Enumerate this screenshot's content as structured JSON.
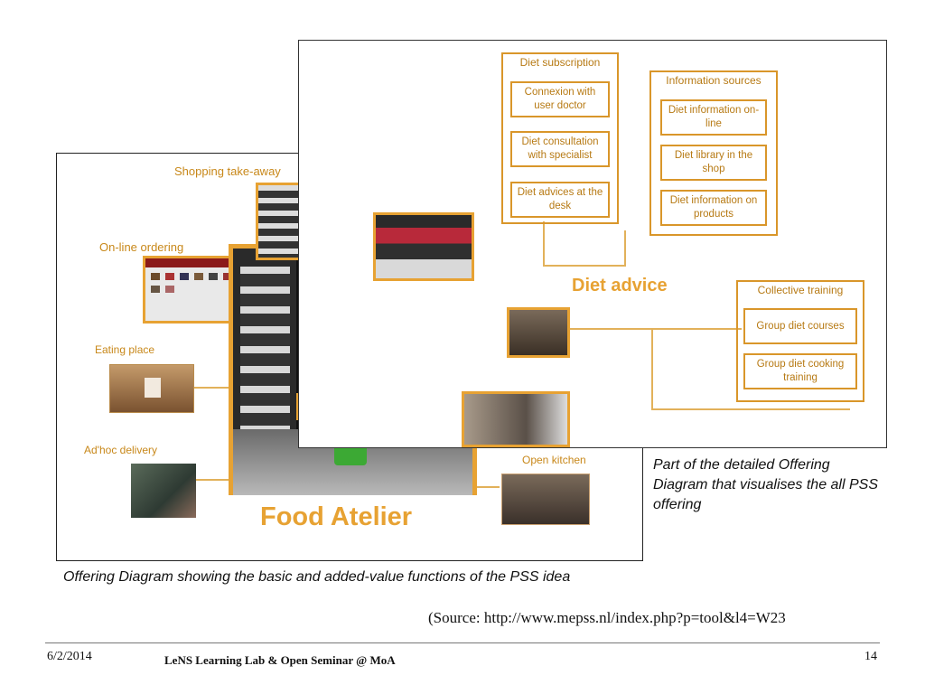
{
  "left_diagram": {
    "labels": {
      "shopping_takeaway": "Shopping take-away",
      "online_ordering": "On-line ordering",
      "eating_place": "Eating place",
      "adhoc_delivery": "Ad'hoc delivery",
      "open_kitchen": "Open kitchen"
    },
    "center_title": "Food Atelier"
  },
  "right_diagram": {
    "diet_subscription": {
      "title": "Diet subscription",
      "items": [
        "Connexion with user doctor",
        "Diet consultation with specialist",
        "Diet advices at the desk"
      ]
    },
    "information_sources": {
      "title": "Information sources",
      "items": [
        "Diet information on-line",
        "Diet library in the shop",
        "Diet information on products"
      ]
    },
    "collective_training": {
      "title": "Collective training",
      "items": [
        "Group diet courses",
        "Group diet cooking training"
      ]
    },
    "center_title": "Diet advice"
  },
  "captions": {
    "right": "Part of the detailed Offering Diagram that visualises the all PSS offering",
    "left": "Offering Diagram showing the basic and added-value functions of the PSS idea",
    "source": "(Source: http://www.mepss.nl/index.php?p=tool&l4=W23"
  },
  "footer": {
    "date": "6/2/2014",
    "title": "LeNS Learning Lab & Open Seminar @ MoA",
    "page": "14"
  },
  "colors": {
    "accent": "#e7a233",
    "text_orange": "#c8881a"
  }
}
